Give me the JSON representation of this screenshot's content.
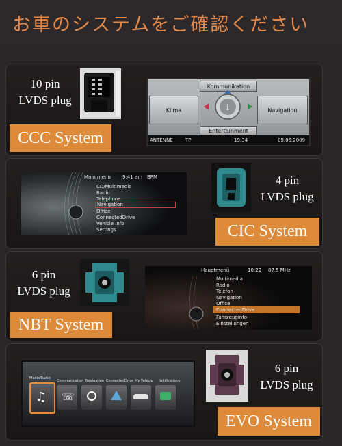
{
  "page": {
    "title": "お車のシステムをご確認ください"
  },
  "sections": [
    {
      "system_label": "CCC System",
      "plug_line1": "10 pin",
      "plug_line2": "LVDS plug",
      "screen": {
        "top_label": "Kommunikation",
        "left_label": "Klima",
        "right_label": "Navigation",
        "bottom_label": "Entertainment",
        "center_icon": "i-info-icon",
        "status_left": "ANTENNE",
        "status_tp": "TP",
        "status_time": "19:34",
        "status_date": "09.05.2009"
      }
    },
    {
      "system_label": "CIC System",
      "plug_line1": "4 pin",
      "plug_line2": "LVDS plug",
      "screen": {
        "header": "Main menu",
        "time": "9:41 am",
        "extra": "BPM",
        "items": [
          "CD/Multimedia",
          "Radio",
          "Telephone",
          "Navigation",
          "Office",
          "ConnectedDrive",
          "Vehicle Info",
          "Settings"
        ],
        "selected_index": 3
      }
    },
    {
      "system_label": "NBT System",
      "plug_line1": "6 pin",
      "plug_line2": "LVDS plug",
      "screen": {
        "header": "Hauptmenü",
        "time": "10:22",
        "radio": "87.5 MHz",
        "items": [
          "Multimedia",
          "Radio",
          "Telefon",
          "Navigation",
          "Office",
          "ConnectedDrive",
          "Fahrzeuginfo",
          "Einstellungen"
        ],
        "selected_index": 5
      }
    },
    {
      "system_label": "EVO System",
      "plug_line1": "6 pin",
      "plug_line2": "LVDS plug",
      "screen": {
        "tiles": [
          "Media/Radio",
          "Communication",
          "Navigation",
          "ConnectedDrive",
          "My Vehicle",
          "Notifications"
        ],
        "selected_index": 0
      }
    }
  ],
  "colors": {
    "accent": "#de8a3b",
    "title": "#e2894a",
    "background": "#2a2627",
    "connector_teal": "#2f8a8e",
    "connector_plum": "#5e3b4c"
  }
}
